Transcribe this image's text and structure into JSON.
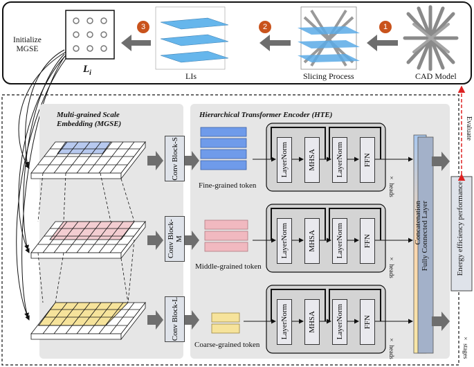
{
  "top": {
    "steps": [
      {
        "badge": "1",
        "label": "CAD Model"
      },
      {
        "badge": "2",
        "label": "Slicing Process"
      },
      {
        "badge": "3",
        "label": "LIs"
      }
    ],
    "li_label": "L",
    "li_subscript": "i",
    "init_label_1": "Initialize",
    "init_label_2": "MGSE"
  },
  "mgse": {
    "title_1": "Multi-grained Scale",
    "title_2": "Embedding (MGSE)"
  },
  "hte": {
    "title": "Hierarchical Transformer Encoder (HTE)"
  },
  "conv": [
    "Conv Block-S",
    "Conv Block-M",
    "Conv Block-L"
  ],
  "tokens": [
    "Fine-grained token",
    "Middle-grained token",
    "Coarse-grained token"
  ],
  "encoder": {
    "blocks": [
      "LayerNorm",
      "MHSA",
      "LayerNorm",
      "FFN"
    ],
    "heads": "× heads"
  },
  "concat": "Concatenation",
  "fc": "Fully Connected Layer",
  "output": "Energy efficiency performance",
  "evaluate": "Evaluate",
  "stages": "× stages",
  "colors": {
    "fine": "#6f9bea",
    "middle": "#f1b9c0",
    "coarse": "#f6e39b",
    "concat": "#f9d6a4",
    "fc": "#a3b1c9"
  }
}
